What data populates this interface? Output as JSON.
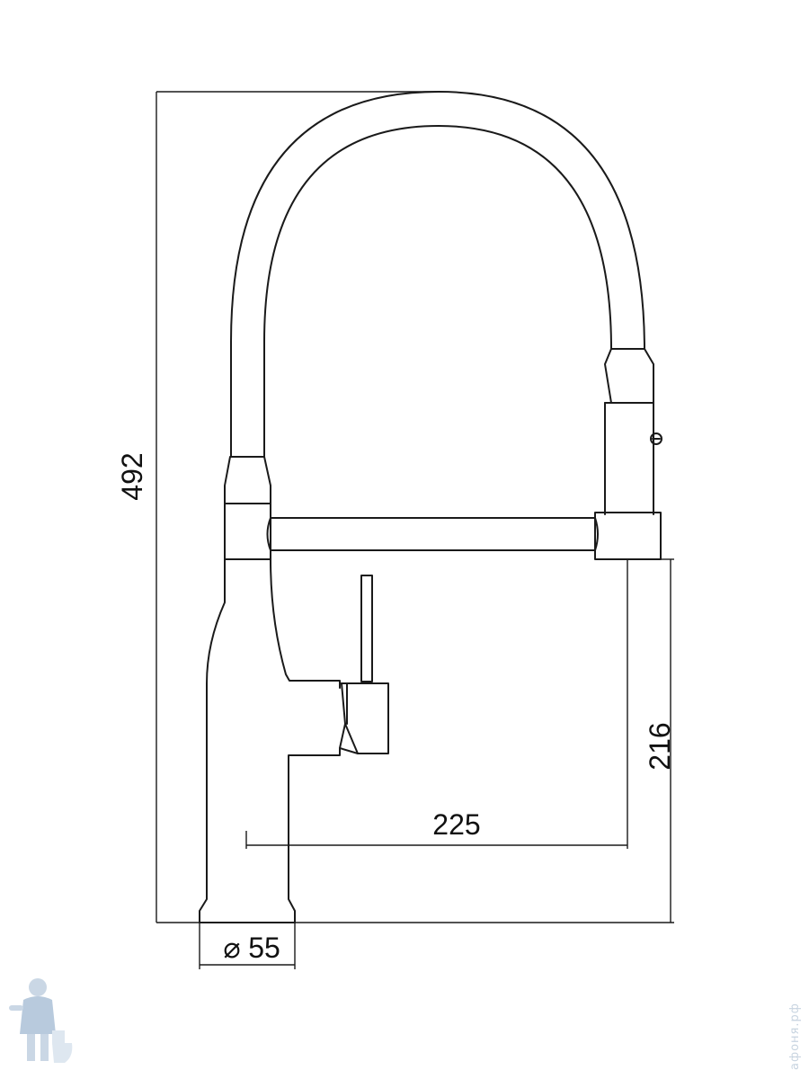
{
  "dimensions": {
    "total_height": "492",
    "spout_height": "216",
    "spout_reach": "225",
    "base_diameter_symbol": "⌀",
    "base_diameter": "55"
  },
  "watermark": {
    "text": "афоня.рф",
    "logo": "plumber-mascot-icon"
  },
  "colors": {
    "line": "#1a1a1a",
    "background": "#ffffff",
    "watermark": "#c8d4e0"
  }
}
